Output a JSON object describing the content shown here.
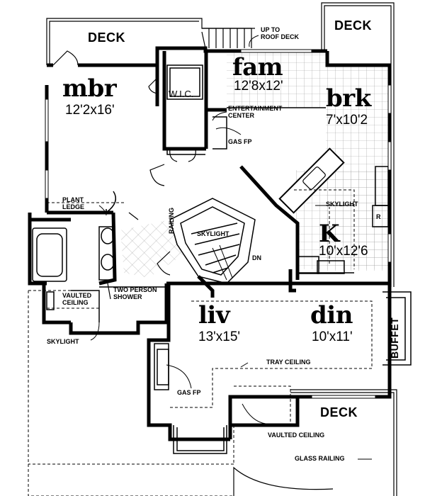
{
  "rooms": {
    "mbr": {
      "name": "mbr",
      "size": "12'2x16'"
    },
    "fam": {
      "name": "fam",
      "size": "12'8x12'"
    },
    "brk": {
      "name": "brk",
      "size": "7'x10'2"
    },
    "kitchen": {
      "name": "K",
      "size": "10'x12'6"
    },
    "liv": {
      "name": "liv",
      "size": "13'x15'"
    },
    "din": {
      "name": "din",
      "size": "10'x11'"
    }
  },
  "labels": {
    "deck_nw": "DECK",
    "deck_ne": "DECK",
    "deck_s": "DECK",
    "up_to_roof_deck_1": "UP TO",
    "up_to_roof_deck_2": "ROOF DECK",
    "wic": "W.I.C.",
    "entertainment_1": "ENTERTAINMENT",
    "entertainment_2": "CENTER",
    "gas_fp_upper": "GAS FP",
    "gas_fp_lower": "GAS FP",
    "plant_ledge_1": "PLANT",
    "plant_ledge_2": "LEDGE",
    "railing": "RAILING",
    "skylight_stair": "SKYLIGHT",
    "skylight_kitchen": "SKYLIGHT",
    "skylight_bath": "SKYLIGHT",
    "dn": "DN",
    "refrigerator": "R",
    "vaulted_ceiling_bath_1": "VAULTED",
    "vaulted_ceiling_bath_2": "CEILING",
    "two_person_shower_1": "TWO PERSON",
    "two_person_shower_2": "SHOWER",
    "tray_ceiling": "TRAY CEILING",
    "vaulted_ceiling_liv": "VAULTED CEILING",
    "glass_railing": "GLASS RAILING",
    "buffet": "BUFFET"
  }
}
